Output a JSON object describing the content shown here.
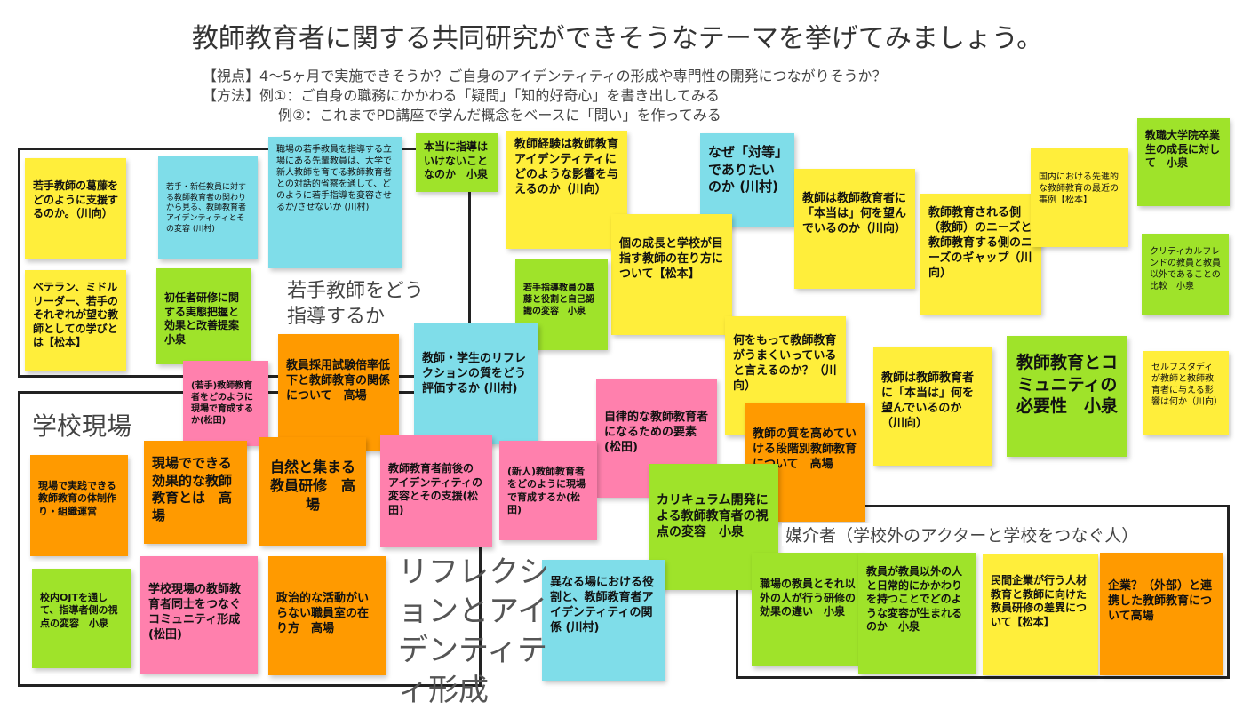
{
  "title": "教師教育者に関する共同研究ができそうなテーマを挙げてみましょう。",
  "subtitle": [
    "【視点】4～5ヶ月で実施できそうか？ご自身のアイデンティティの形成や専門性の開発につながりそうか？",
    "【方法】例①：ご自身の職務にかかわる「疑問」「知的好奇心」を書き出してみる",
    "例②：これまでPD講座で学んだ概念をベースに「問い」を作ってみる"
  ],
  "groups": {
    "wakate": "若手教師をどう指導するか",
    "gakko": "学校現場",
    "reflection": "リフレクションとアイデンティティ形成",
    "baikai": "媒介者（学校外のアクターと学校をつなぐ人）"
  },
  "colors": {
    "yellow": "#ffee3b",
    "green": "#9fe32a",
    "cyan": "#7fdde9",
    "orange": "#ff9a00",
    "pink": "#ff80ad"
  },
  "notes": [
    "若手教師の葛藤をどのように支援するのか。（川向）",
    "若手・新任教員に対する教師教育者の関わりから見る、教師教育者アイデンティティとその変容 (川村)",
    "職場の若手教員を指導する立場にある先輩教員は、大学で新人教師を育てる教師教育者との対話的省察を通して、どのように若手指導を変容させるか/させないか (川村)",
    "本当に指導はいけないことなのか　小泉",
    "教師経験は教師教育アイデンティティにどのような影響を与えるのか（川向）",
    "なぜ「対等」でありたいのか (川村)",
    "個の成長と学校が目指す教師の在り方について【松本】",
    "教師は教師教育者に「本当は」何を望んでいるのか（川向）",
    "教師教育される側（教師）のニーズと教師教育する側のニーズのギャップ（川向）",
    "国内における先進的な教師教育の最近の事例【松本】",
    "教職大学院卒業生の成長に対して　小泉",
    "ベテラン、ミドルリーダー、若手のそれぞれが望む教師としての学びとは【松本】",
    "初任者研修に関する実態把握と効果と改善提案　小泉",
    "若手指導教員の葛藤と役割と自己認識の変容　小泉",
    "クリティカルフレンドの教員と教員以外であることの比較　小泉",
    "(若手)教師教育者をどのように現場で育成するか(松田)",
    "教員採用試験倍率低下と教師教育の関係について　高場",
    "教師・学生のリフレクションの質をどう評価するか (川村)",
    "何をもって教師教育がうまくいっていると言えるのか？（川向）",
    "教師は教師教育者に「本当は」何を望んでいるのか（川向）",
    "教師教育とコミュニティの必要性　小泉",
    "セルフスタディが教師と教師教育者に与える影響は何か（川向）",
    "自律的な教師教育者になるための要素　(松田)",
    "教師の質を高めていける段階別教師教育について　高場",
    "現場で実践できる教師教育の体制作り・組織運営",
    "現場でできる効果的な教師教育とは　高場",
    "自然と集まる教員研修　高場",
    "教師教育者前後のアイデンティティの変容とその支援(松田)",
    "(新人)教師教育者をどのように現場で育成するか(松田)",
    "カリキュラム開発による教師教育者の視点の変容　小泉",
    "校内OJTを通して、指導者側の視点の変容　小泉",
    "学校現場の教師教育者同士をつなぐコミュニティ形成(松田)",
    "政治的な活動がいらない職員室の在り方　高場",
    "異なる場における役割と、教師教育者アイデンティティの関係 (川村)",
    "職場の教員とそれ以外の人が行う研修の効果の違い　小泉",
    "教員が教員以外の人と日常的にかかわりを持つことでどのような変容が生まれるのか　小泉",
    "民間企業が行う人材教育と教師に向けた教員研修の差異について【松本】",
    "企業？（外部）と連携した教師教育について高場"
  ]
}
